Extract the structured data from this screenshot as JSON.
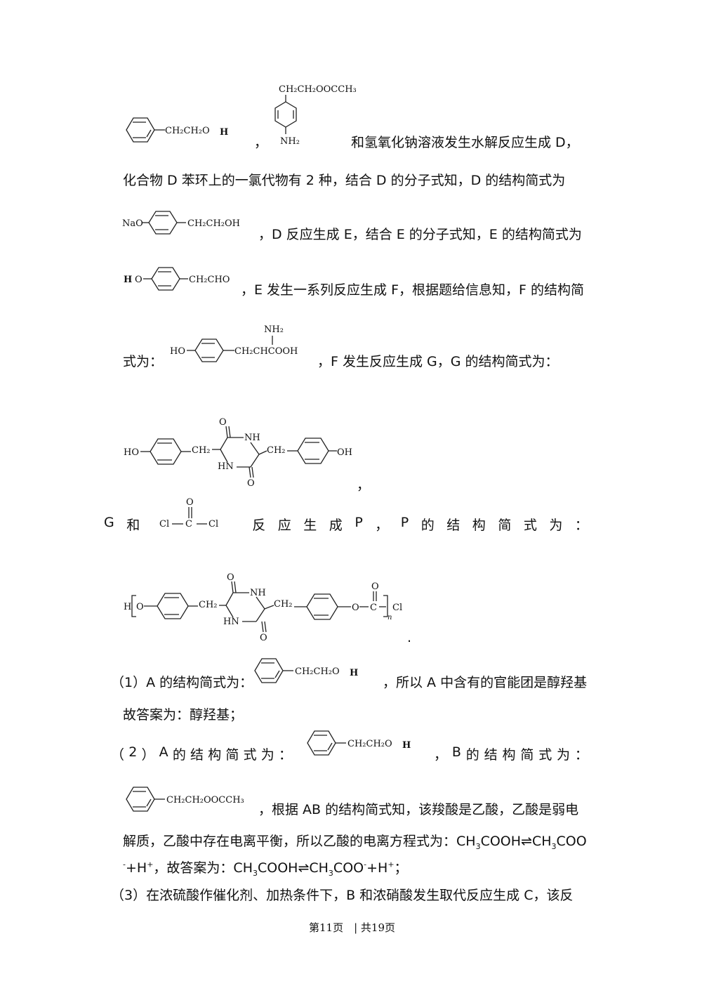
{
  "line_D1": "和氢氧化钠溶液发生水解反应生成 D，",
  "comma": "，",
  "line_D2": "化合物 D 苯环上的一氯代物有 2 种，结合 D 的分子式知，D 的结构简式为",
  "line_E": "，D 反应生成 E，结合 E 的分子式知，E 的结构简式为",
  "line_F": "，E 发生一系列反应生成 F，根据题给信息知，F 的结构简",
  "line_F2_pre": "式为：",
  "line_F2_post": "，F 发生反应生成 G，G 的结构简式为：",
  "comma_G": "，",
  "line_P": [
    "G",
    "和",
    "反",
    "应",
    "生",
    "成",
    "P",
    "，",
    "P",
    "的",
    "结",
    "构",
    "简",
    "式",
    "为",
    "："
  ],
  "period": ".",
  "q1_pre": "（1）A 的结构简式为：",
  "q1_post": "，所以 A 中含有的官能团是醇羟基",
  "q1_ans": "故答案为：醇羟基；",
  "q2": [
    "（",
    "2",
    "）",
    "A",
    "的",
    "结",
    "构",
    "简",
    "式",
    "为",
    "："
  ],
  "q2b": [
    "，",
    "B",
    "的",
    "结",
    "构",
    "简",
    "式",
    "为",
    "："
  ],
  "q2_line2": "，根据 AB 的结构简式知，该羧酸是乙酸，乙酸是弱电",
  "q2_line3_a": "解质，乙酸中存在电离平衡，所以乙酸的电离方程式为：CH",
  "q2_line3_b": "3",
  "q2_line3_c": "COOH⇌CH",
  "q2_line3_d": "3",
  "q2_line3_e": "COO",
  "q2_line4_a": "-",
  "q2_line4_b": "+H",
  "q2_line4_c": "+",
  "q2_line4_d": "，故答案为：CH",
  "q2_line4_e": "3",
  "q2_line4_f": "COOH⇌CH",
  "q2_line4_g": "3",
  "q2_line4_h": "COO",
  "q2_line4_i": "-",
  "q2_line4_j": "+H",
  "q2_line4_k": "+",
  "q2_line4_l": "；",
  "q3": "（3）在浓硫酸作催化剂、加热条件下，B 和浓硝酸发生取代反应生成 C，该反",
  "footer": "第11页　| 共19页",
  "mol": {
    "ch2ch2o": "CH₂CH₂O",
    "h": "H",
    "ch2ch2oocch3": "CH₂CH₂OOCCH₃",
    "nh2": "NH₂",
    "nao": "NaO",
    "ch2ch2oh": "CH₂CH₂OH",
    "ch2cho": "CH₂CHO",
    "o": "O",
    "ho": "HO",
    "ch2chcooh": "CH₂CHCOOH",
    "ch2": "CH₂",
    "nh": "NH",
    "hn": "HN",
    "oh": "OH",
    "cl": "Cl",
    "c": "C",
    "n": "n"
  }
}
